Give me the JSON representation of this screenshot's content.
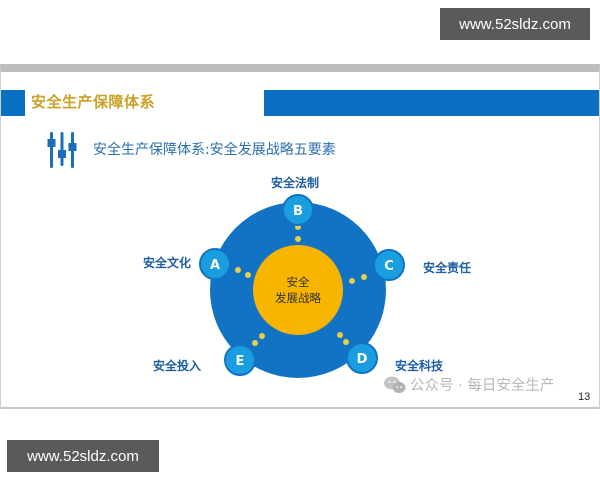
{
  "watermark": {
    "top": "www.52sldz.com",
    "bottom": "www.52sldz.com"
  },
  "slide": {
    "title": "安全生产保障体系",
    "subtitle": "安全生产保障体系:安全发展战略五要素",
    "subtitle_icon": "sliders-icon",
    "page_number": "13",
    "colors": {
      "primary_blue": "#0a6fc2",
      "title_gold": "#c9a227",
      "core_yellow": "#f7b500",
      "node_blue": "#1a9ee0",
      "outer_ring": "#1273c4",
      "dot_yellow": "#e8cf4a"
    }
  },
  "diagram": {
    "center": {
      "line1": "安全",
      "line2": "发展战略"
    },
    "nodes": [
      {
        "letter": "A",
        "label": "安全文化"
      },
      {
        "letter": "B",
        "label": "安全法制"
      },
      {
        "letter": "C",
        "label": "安全责任"
      },
      {
        "letter": "D",
        "label": "安全科技"
      },
      {
        "letter": "E",
        "label": "安全投入"
      }
    ]
  },
  "footer": {
    "wechat_text": "公众号 · 每日安全生产",
    "wechat_icon": "wechat-icon"
  }
}
